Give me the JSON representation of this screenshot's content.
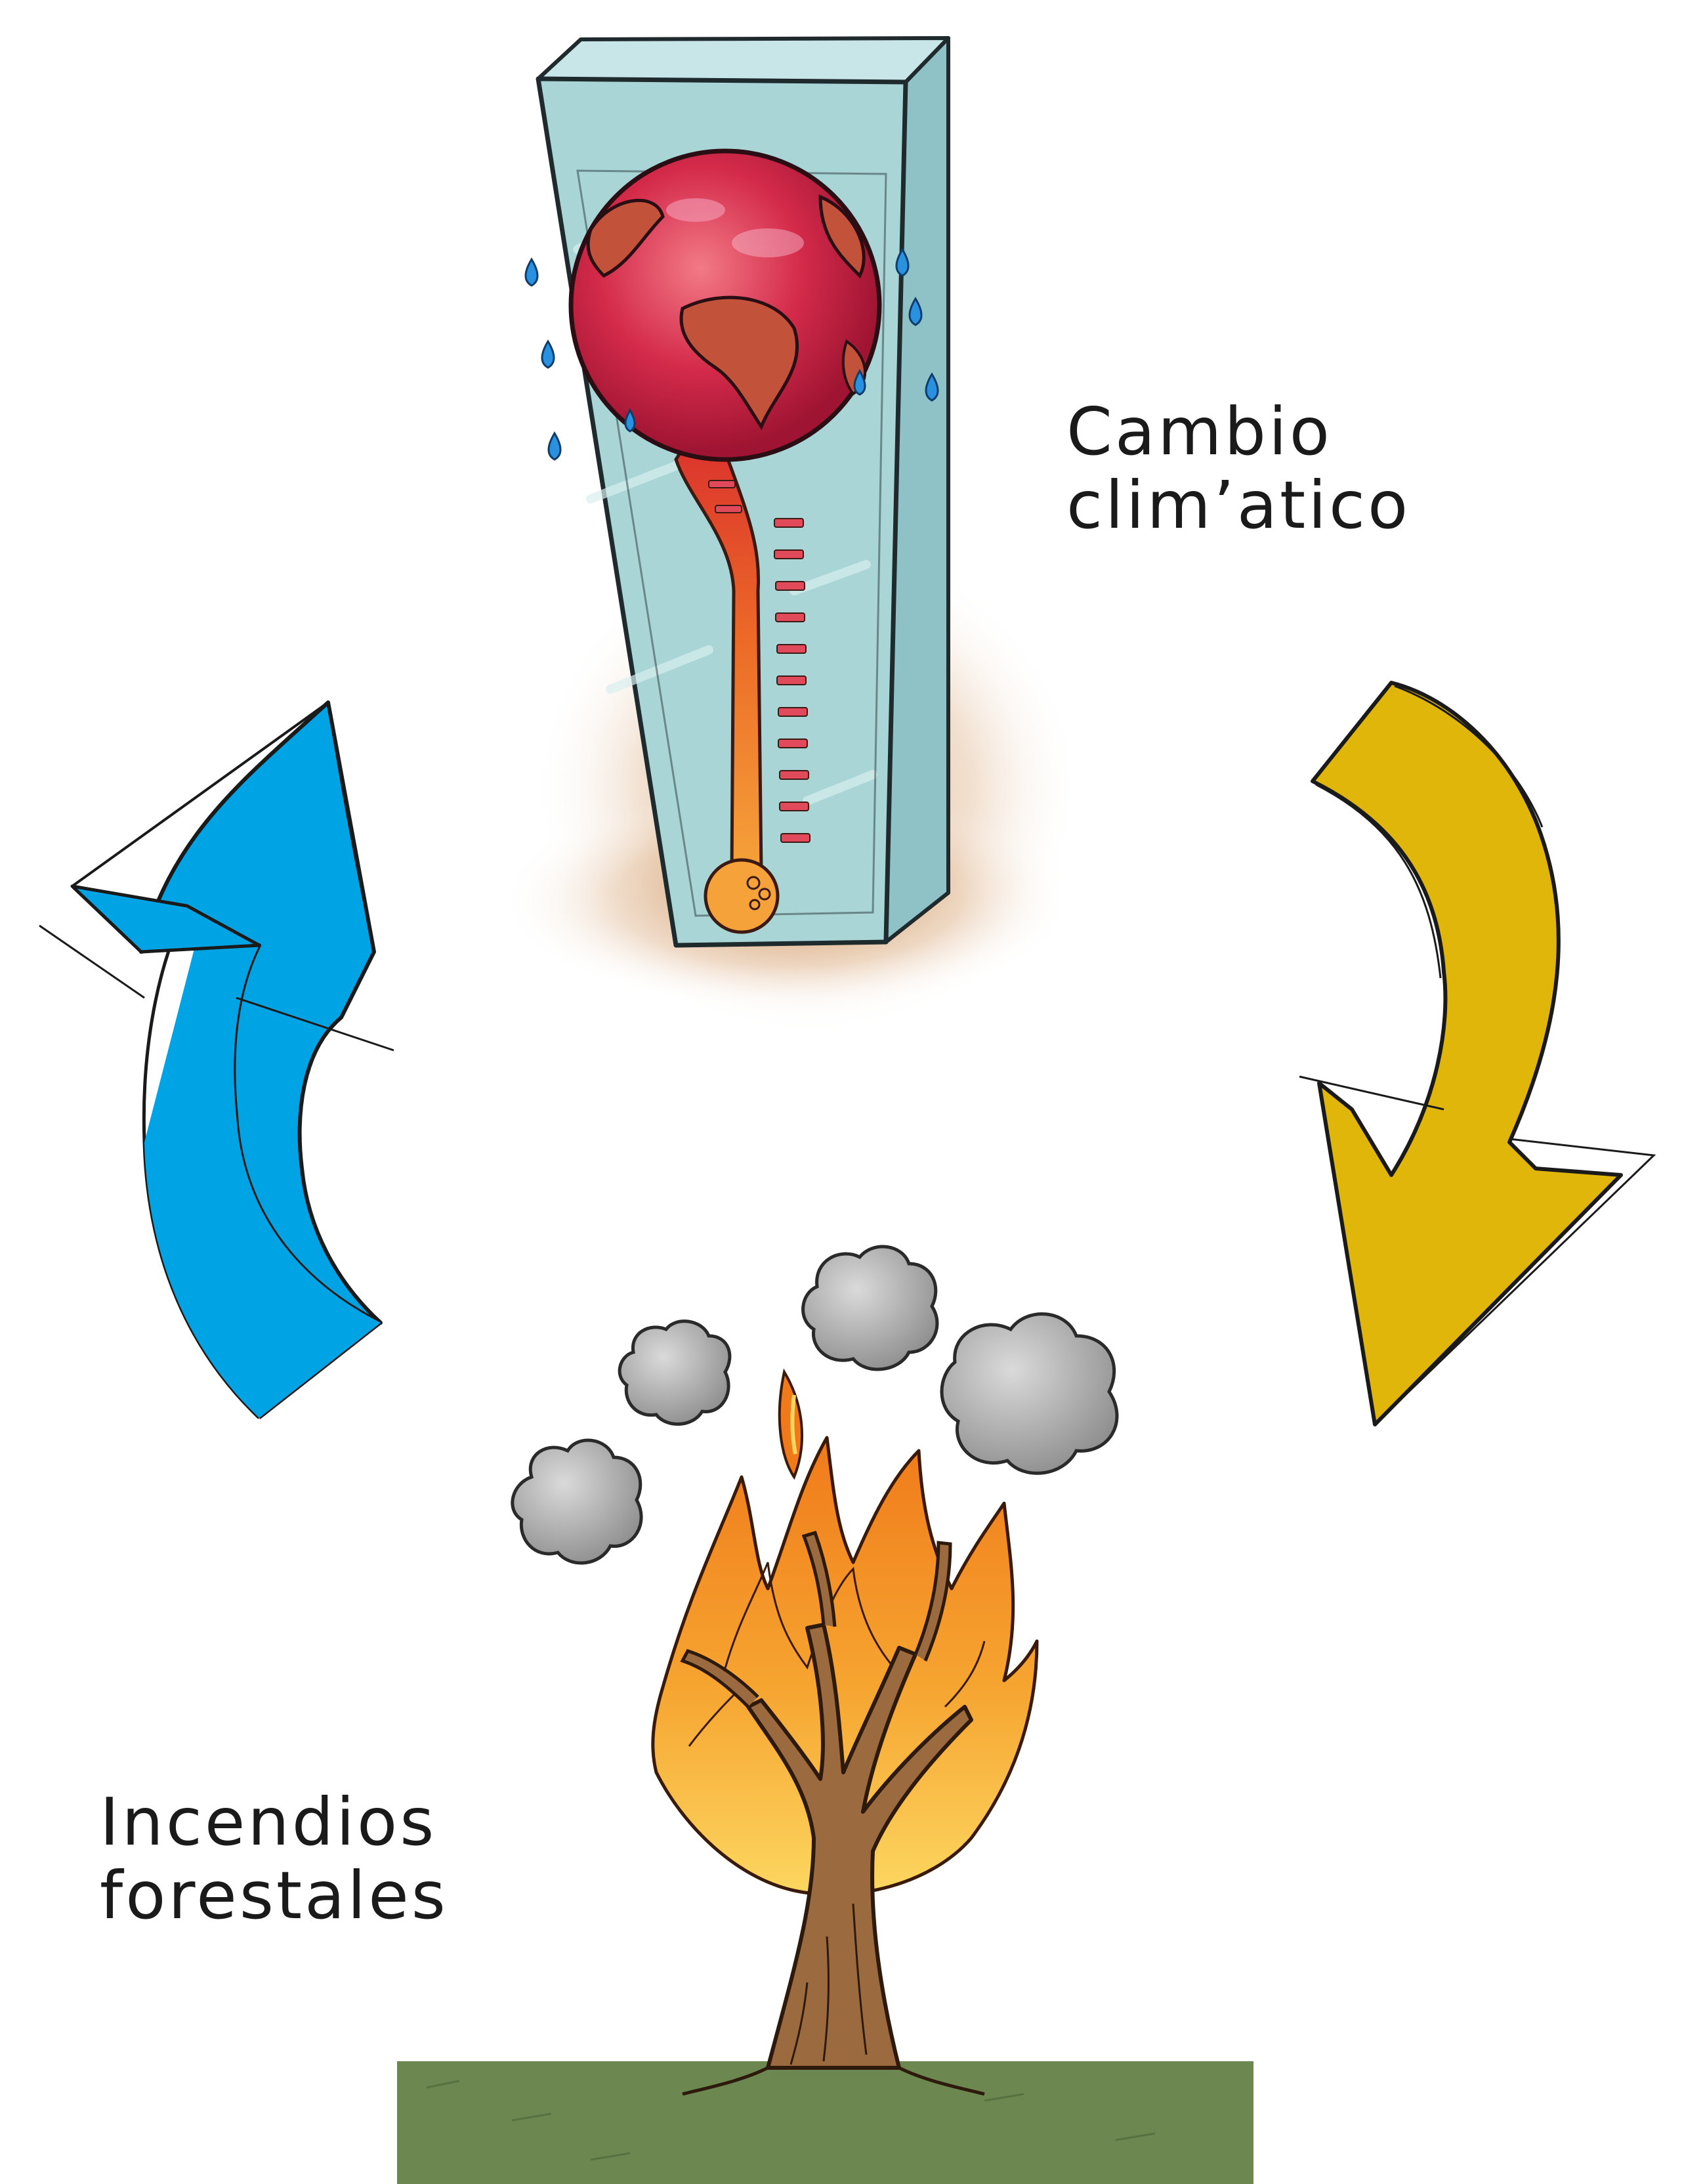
{
  "labels": {
    "climate_change": {
      "line1": "Cambio",
      "line2": "clim’atico"
    },
    "forest_fires": {
      "line1": "Incendios",
      "line2": "forestales"
    }
  },
  "cycle": {
    "arrow_colors": {
      "right_arrow": "#e1b60a",
      "left_arrow": "#00a3e3"
    },
    "icons": [
      "thermometer-earth-icon",
      "burning-tree-icon",
      "smoke-cloud-icon"
    ]
  },
  "colors": {
    "thermometer_body": "#a9d5d7",
    "earth_red": "#d42a4a",
    "flame_orange": "#f08d1c",
    "flame_yellow": "#fbd65b",
    "smoke_gray": "#a7a7a7",
    "trunk_brown": "#9b6a3f",
    "ground_green": "#6c8750",
    "sand": "#c98f5a"
  }
}
